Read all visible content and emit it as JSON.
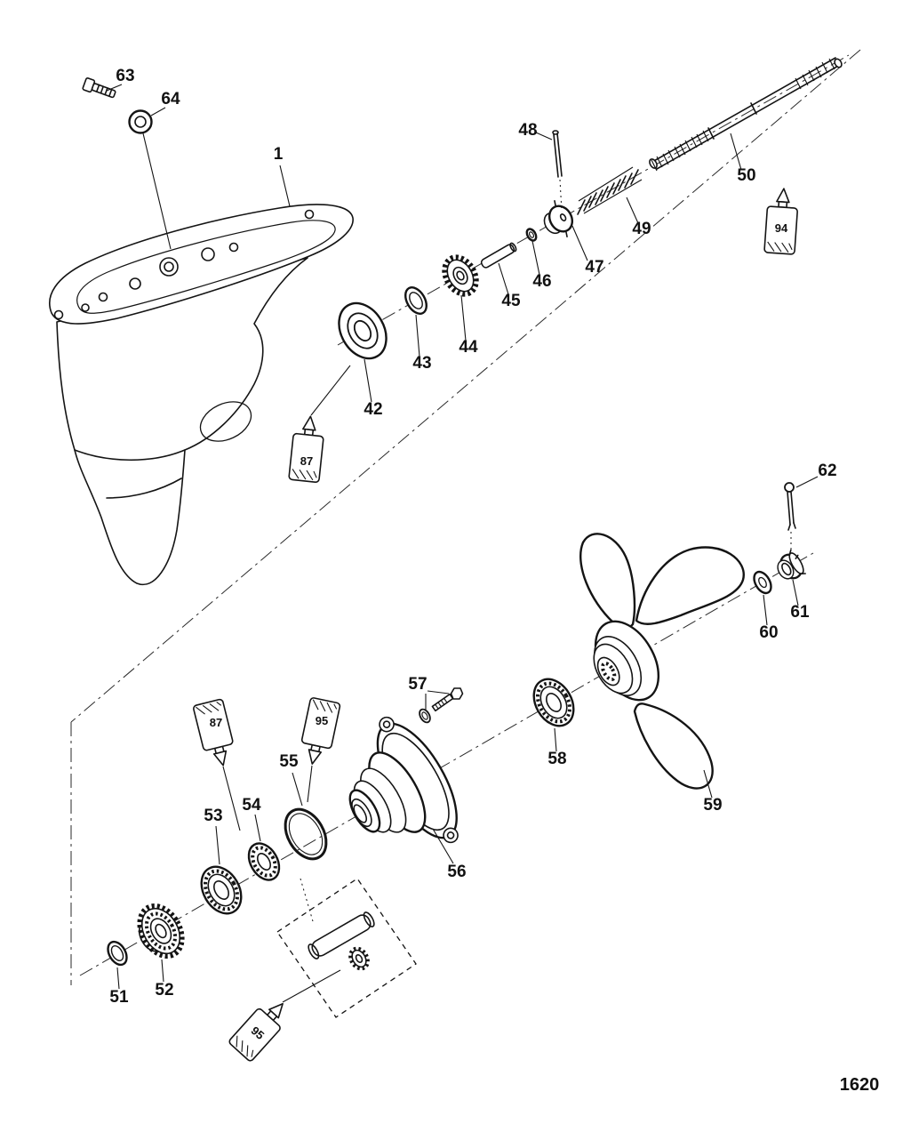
{
  "page": {
    "number": "1620"
  },
  "callouts": {
    "c1": "1",
    "c42": "42",
    "c43": "43",
    "c44": "44",
    "c45": "45",
    "c46": "46",
    "c47": "47",
    "c48": "48",
    "c49": "49",
    "c50": "50",
    "c51": "51",
    "c52": "52",
    "c53": "53",
    "c54": "54",
    "c55": "55",
    "c56": "56",
    "c57": "57",
    "c58": "58",
    "c59": "59",
    "c60": "60",
    "c61": "61",
    "c62": "62",
    "c63": "63",
    "c64": "64"
  },
  "tube_labels": {
    "t87_upper": "87",
    "t94": "94",
    "t95_mid": "95",
    "t87_lower": "87",
    "t95_bottom": "95"
  }
}
